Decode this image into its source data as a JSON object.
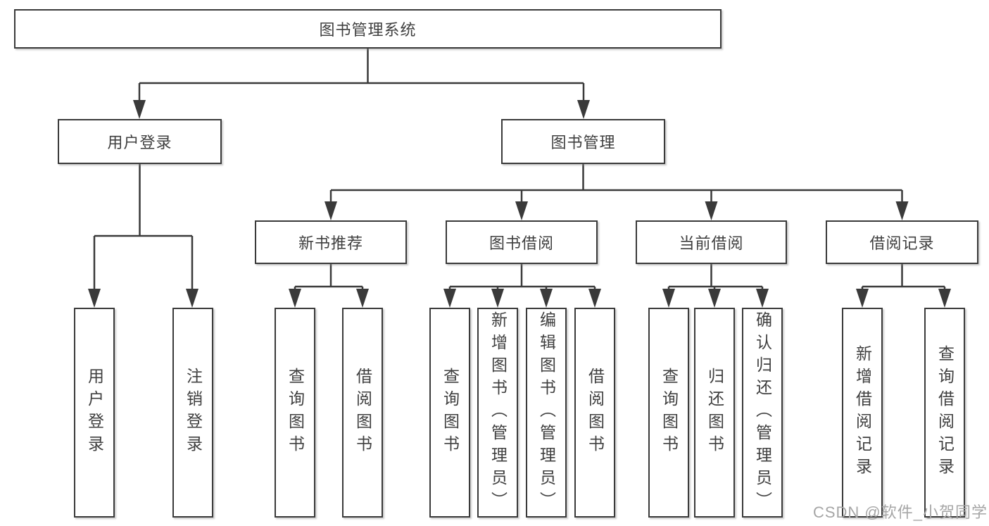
{
  "root": {
    "label": "图书管理系统"
  },
  "level2": {
    "user_login": "用户登录",
    "book_mgmt": "图书管理"
  },
  "level3": {
    "new_books": "新书推荐",
    "borrow": "图书借阅",
    "current": "当前借阅",
    "records": "借阅记录"
  },
  "leaves": {
    "user_login": [
      "用户登录",
      "注销登录"
    ],
    "new_books": [
      "查询图书",
      "借阅图书"
    ],
    "borrow": [
      "查询图书",
      "新增图书（管理员）",
      "编辑图书（管理员）",
      "借阅图书"
    ],
    "current": [
      "查询图书",
      "归还图书",
      "确认归还（管理员）"
    ],
    "records": [
      "新增借阅记录",
      "查询借阅记录"
    ]
  },
  "watermark": "CSDN @软件_小贺同学",
  "colors": {
    "line": "#3a3a3a",
    "text": "#3f3f3f",
    "watermark": "#a6a6a6",
    "background": "#ffffff"
  }
}
